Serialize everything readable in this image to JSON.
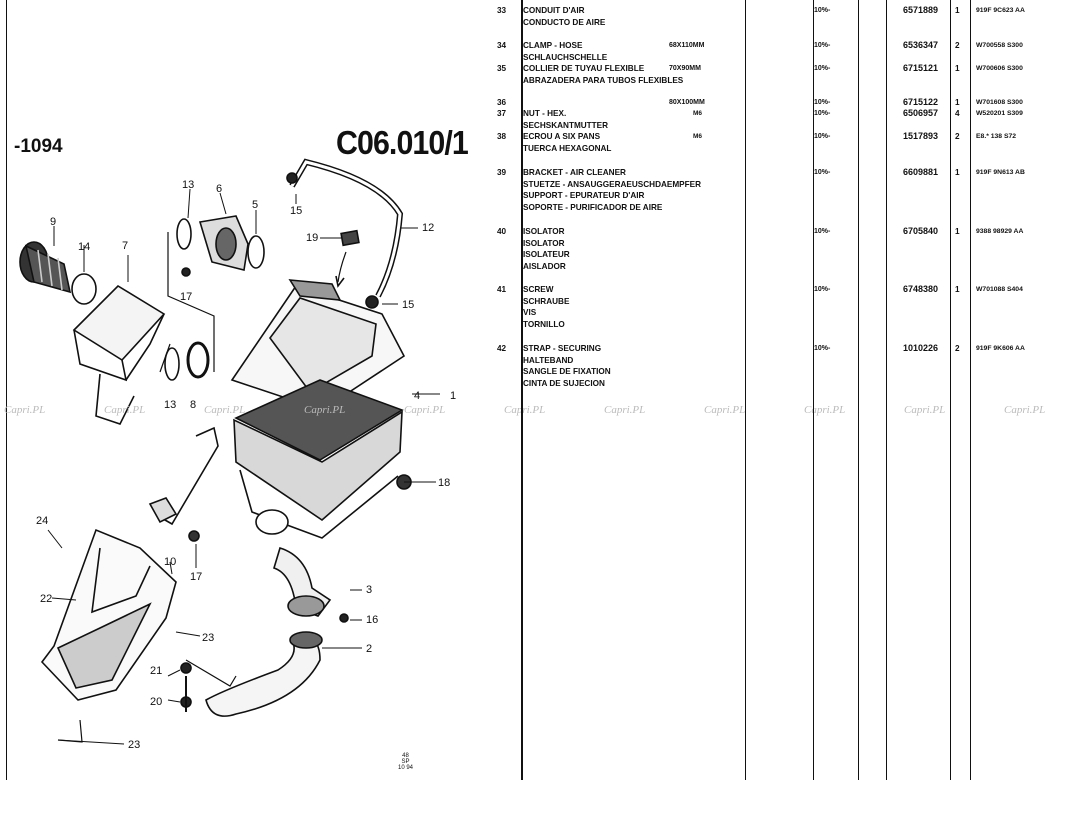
{
  "header": {
    "page_code": "-1094",
    "page_title": "C06.010/1"
  },
  "watermark": "Capri.PL",
  "footer": {
    "lines": [
      "48",
      "SP",
      "10 94"
    ]
  },
  "callouts": [
    "1",
    "2",
    "3",
    "4",
    "5",
    "6",
    "7",
    "8",
    "9",
    "10",
    "12",
    "13",
    "13",
    "14",
    "15",
    "15",
    "16",
    "17",
    "17",
    "18",
    "19",
    "20",
    "21",
    "22",
    "23",
    "23",
    "24"
  ],
  "parts": [
    {
      "no": "33",
      "desc": [
        "CONDUIT D'AIR",
        "CONDUCTO DE AIRE"
      ],
      "size": "",
      "date": "10%-",
      "part": "6571889",
      "qty": "1",
      "ford": "919F 9C623 AA"
    },
    {
      "no": "34",
      "desc": [
        "CLAMP - HOSE",
        "SCHLAUCHSCHELLE"
      ],
      "size": "68X110MM",
      "date": "10%-",
      "part": "6536347",
      "qty": "2",
      "ford": "W700558 S300"
    },
    {
      "no": "35",
      "desc": [
        "COLLIER DE TUYAU FLEXIBLE",
        "ABRAZADERA PARA TUBOS FLEXIBLES"
      ],
      "size": "70X90MM",
      "date": "10%-",
      "part": "6715121",
      "qty": "1",
      "ford": "W700606 S300"
    },
    {
      "no": "36",
      "desc": [],
      "size": "80X100MM",
      "date": "10%-",
      "part": "6715122",
      "qty": "1",
      "ford": "W701608 S300"
    },
    {
      "no": "37",
      "desc": [
        "NUT - HEX.",
        "SECHSKANTMUTTER"
      ],
      "size": "M6",
      "date": "10%-",
      "part": "6506957",
      "qty": "4",
      "ford": "W520201 S309"
    },
    {
      "no": "38",
      "desc": [
        "ECROU A SIX PANS",
        "TUERCA HEXAGONAL"
      ],
      "size": "M6",
      "date": "10%-",
      "part": "1517893",
      "qty": "2",
      "ford": "E8.* 138 S72"
    },
    {
      "no": "39",
      "desc": [
        "BRACKET - AIR CLEANER",
        "STUETZE - ANSAUGGERAEUSCHDAEMPFER",
        "SUPPORT - EPURATEUR D'AIR",
        "SOPORTE - PURIFICADOR DE AIRE"
      ],
      "size": "",
      "date": "10%-",
      "part": "6609881",
      "qty": "1",
      "ford": "919F 9N613 AB"
    },
    {
      "no": "40",
      "desc": [
        "ISOLATOR",
        "ISOLATOR",
        "ISOLATEUR",
        "AISLADOR"
      ],
      "size": "",
      "date": "10%-",
      "part": "6705840",
      "qty": "1",
      "ford": "9388 98929 AA"
    },
    {
      "no": "41",
      "desc": [
        "SCREW",
        "SCHRAUBE",
        "VIS",
        "TORNILLO"
      ],
      "size": "",
      "date": "10%-",
      "part": "6748380",
      "qty": "1",
      "ford": "W701088 S404"
    },
    {
      "no": "42",
      "desc": [
        "STRAP - SECURING",
        "HALTEBAND",
        "SANGLE DE FIXATION",
        "CINTA DE SUJECION"
      ],
      "size": "",
      "date": "10%-",
      "part": "1010226",
      "qty": "2",
      "ford": "919F 9K606 AA"
    }
  ]
}
